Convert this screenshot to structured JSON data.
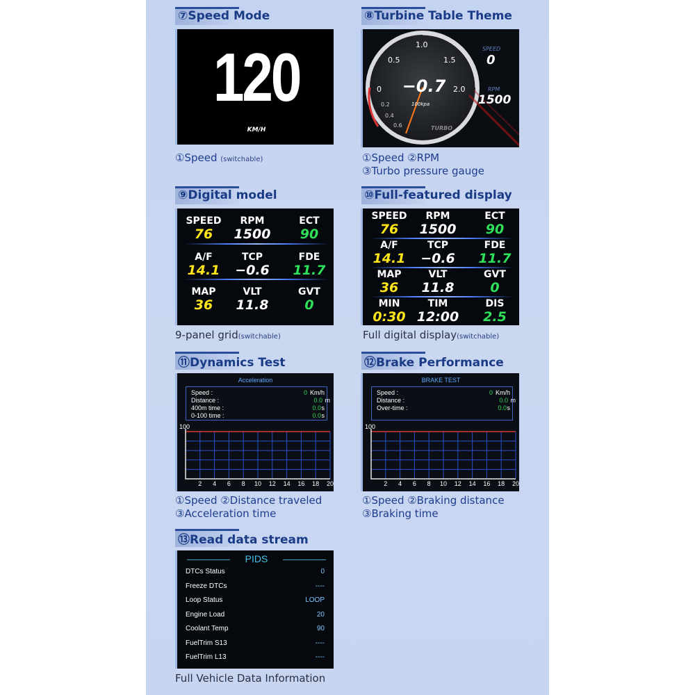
{
  "sections": {
    "s7": {
      "title": "⑦Speed Mode",
      "speed": "120",
      "unit": "KM/H",
      "caption": "①Speed",
      "caption_small": "(switchable)"
    },
    "s8": {
      "title": "⑧Turbine Table Theme",
      "value": "−0.7",
      "unit": "100kpa",
      "ticks": [
        "0",
        "0.5",
        "1.0",
        "1.5",
        "2.0",
        "0.2",
        "0.4",
        "0.6"
      ],
      "brand": "TURBO",
      "speed_label": "SPEED",
      "speed_value": "0",
      "rpm_label": "RPM",
      "rpm_value": "1500",
      "caption1": "①Speed ②RPM",
      "caption2": "③Turbo pressure gauge"
    },
    "s9": {
      "title": "⑨Digital model",
      "cells": [
        {
          "label": "SPEED",
          "value": "76",
          "color": "y"
        },
        {
          "label": "RPM",
          "value": "1500",
          "color": "w"
        },
        {
          "label": "ECT",
          "value": "90",
          "color": "g"
        },
        {
          "label": "A/F",
          "value": "14.1",
          "color": "y"
        },
        {
          "label": "TCP",
          "value": "−0.6",
          "color": "w"
        },
        {
          "label": "FDE",
          "value": "11.7",
          "color": "g"
        },
        {
          "label": "MAP",
          "value": "36",
          "color": "y"
        },
        {
          "label": "VLT",
          "value": "11.8",
          "color": "w"
        },
        {
          "label": "GVT",
          "value": "0",
          "color": "g"
        }
      ],
      "caption": "9-panel grid",
      "caption_small": "(switchable)"
    },
    "s10": {
      "title": "⑩Full-featured display",
      "cells": [
        {
          "label": "SPEED",
          "value": "76",
          "color": "y"
        },
        {
          "label": "RPM",
          "value": "1500",
          "color": "w"
        },
        {
          "label": "ECT",
          "value": "90",
          "color": "g"
        },
        {
          "label": "A/F",
          "value": "14.1",
          "color": "y"
        },
        {
          "label": "TCP",
          "value": "−0.6",
          "color": "w"
        },
        {
          "label": "FDE",
          "value": "11.7",
          "color": "g"
        },
        {
          "label": "MAP",
          "value": "36",
          "color": "y"
        },
        {
          "label": "VLT",
          "value": "11.8",
          "color": "w"
        },
        {
          "label": "GVT",
          "value": "0",
          "color": "g"
        },
        {
          "label": "MIN",
          "value": "0:30",
          "color": "y"
        },
        {
          "label": "TIM",
          "value": "12:00",
          "color": "w"
        },
        {
          "label": "DIS",
          "value": "2.5",
          "color": "g"
        }
      ],
      "caption": "Full digital display",
      "caption_small": "(switchable)"
    },
    "s11": {
      "title": "⑪Dynamics Test",
      "screen_title": "Acceleration",
      "rows": [
        {
          "label": "Speed       :",
          "value": "0",
          "unit": "Km/h"
        },
        {
          "label": "Distance    :",
          "value": "0.0",
          "unit": " m"
        },
        {
          "label": "400m time :",
          "value": "0.0",
          "unit": "s"
        },
        {
          "label": "0-100 time :",
          "value": "0.0",
          "unit": "s"
        }
      ],
      "y_label": "100",
      "x_ticks": [
        "2",
        "4",
        "6",
        "8",
        "10",
        "12",
        "14",
        "16",
        "18",
        "20"
      ],
      "caption1": "①Speed ②Distance traveled",
      "caption2": "③Acceleration time"
    },
    "s12": {
      "title": "⑫Brake Performance",
      "screen_title": "BRAKE TEST",
      "rows": [
        {
          "label": "Speed       :",
          "value": "0",
          "unit": "Km/h"
        },
        {
          "label": "Distance    :",
          "value": "0.0",
          "unit": " m"
        },
        {
          "label": "Over-time   :",
          "value": "0.0",
          "unit": "s"
        }
      ],
      "y_label": "100",
      "x_ticks": [
        "2",
        "4",
        "6",
        "8",
        "10",
        "12",
        "14",
        "16",
        "18",
        "20"
      ],
      "caption1": "①Speed ②Braking distance",
      "caption2": "③Braking time"
    },
    "s13": {
      "title": "⑬Read data stream",
      "screen_title": "PIDS",
      "rows": [
        {
          "label": "DTCs Status",
          "value": "0"
        },
        {
          "label": "Freeze DTCs",
          "value": "----"
        },
        {
          "label": "Loop Status",
          "value": "LOOP"
        },
        {
          "label": "Engine Load",
          "value": "20"
        },
        {
          "label": "Coolant Temp",
          "value": "90"
        },
        {
          "label": "FuelTrim S13",
          "value": "----"
        },
        {
          "label": "FuelTrim L13",
          "value": "----"
        }
      ],
      "caption": "Full Vehicle Data Information"
    }
  },
  "colors": {
    "yellow": "#ffe51a",
    "green": "#2ee05a",
    "accent_blue": "#1a3b86",
    "grid_red": "#d83a3a",
    "grid_blue": "#2a4fd0"
  }
}
